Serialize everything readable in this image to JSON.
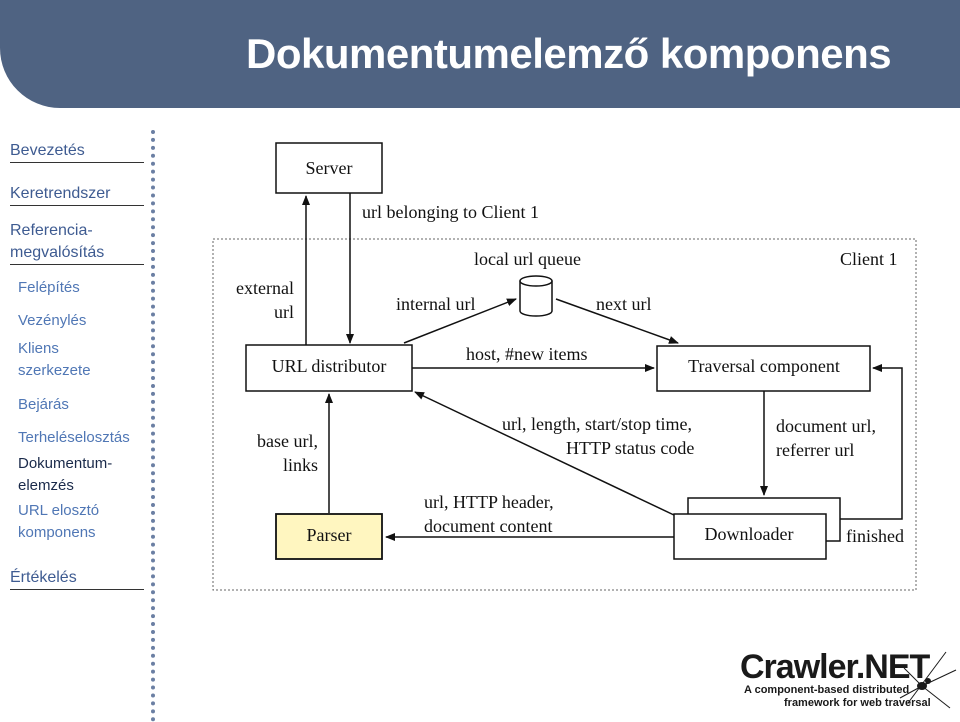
{
  "header": {
    "title": "Dokumentumelemző komponens"
  },
  "sidebar": {
    "items": [
      {
        "label": "Bevezetés"
      },
      {
        "label": "Keretrendszer"
      },
      {
        "label": "Referencia-"
      },
      {
        "label": "megvalósítás"
      },
      {
        "label": "Felépítés"
      },
      {
        "label": "Vezénylés"
      },
      {
        "label": "Kliens"
      },
      {
        "label": "szerkezete"
      },
      {
        "label": "Bejárás"
      },
      {
        "label": "Terheléselosztás"
      },
      {
        "label": "Dokumentum-"
      },
      {
        "label": "elemzés"
      },
      {
        "label": "URL elosztó"
      },
      {
        "label": "komponens"
      },
      {
        "label": "Értékelés"
      }
    ]
  },
  "diagram": {
    "server": "Server",
    "url_belonging": "url belonging to Client 1",
    "local_url_queue": "local url queue",
    "client1": "Client 1",
    "external": "external",
    "url": "url",
    "internal_url": "internal url",
    "next_url": "next url",
    "host_new_items": "host, #new items",
    "url_distributor": "URL distributor",
    "traversal_component": "Traversal component",
    "base_url": "base url,",
    "links": "links",
    "url_length": "url, length, start/stop time,",
    "http_status": "HTTP status code",
    "document_url": "document url,",
    "referrer_url": "referrer url",
    "url_http_header": "url, HTTP header,",
    "document_content": "document content",
    "parser": "Parser",
    "downloader": "Downloader",
    "finished": "finished"
  },
  "logo": {
    "title": "Crawler.NET",
    "subtitle1": "A component-based distributed",
    "subtitle2": "framework for web traversal"
  },
  "colors": {
    "header_bg": "#4f6382",
    "nav_text": "#3e5b91",
    "parser_fill": "#fff6c0"
  }
}
